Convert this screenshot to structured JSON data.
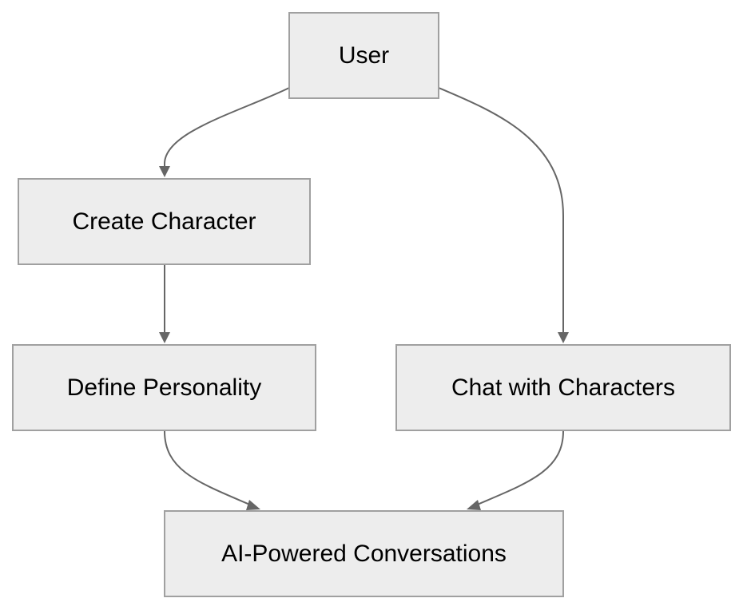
{
  "diagram": {
    "type": "flowchart",
    "colors": {
      "node_fill": "#ededed",
      "node_border": "#a0a0a0",
      "edge": "#666666",
      "text": "#000000"
    },
    "nodes": {
      "user": "User",
      "create_character": "Create Character",
      "define_personality": "Define Personality",
      "chat_with_characters": "Chat with Characters",
      "ai_powered_conversations": "AI-Powered Conversations"
    },
    "edges": [
      {
        "from": "user",
        "to": "create_character"
      },
      {
        "from": "user",
        "to": "chat_with_characters"
      },
      {
        "from": "create_character",
        "to": "define_personality"
      },
      {
        "from": "define_personality",
        "to": "ai_powered_conversations"
      },
      {
        "from": "chat_with_characters",
        "to": "ai_powered_conversations"
      }
    ]
  }
}
